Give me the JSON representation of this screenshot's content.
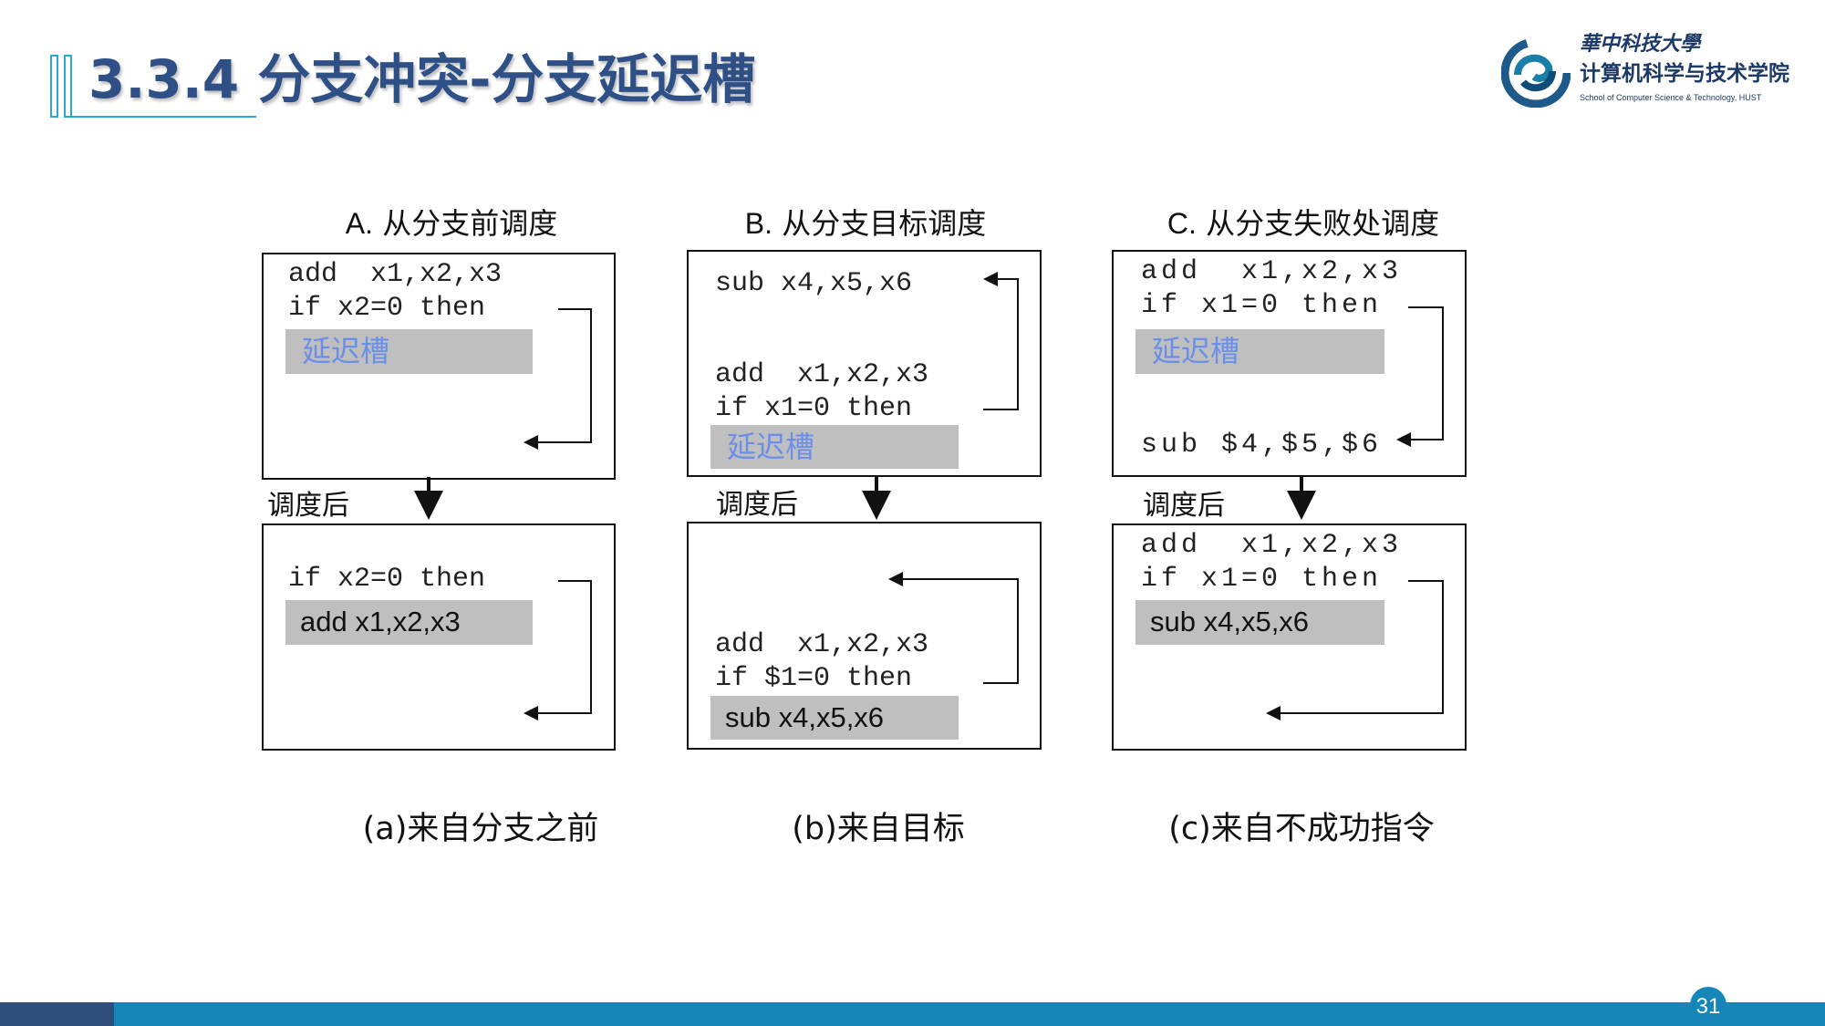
{
  "slide": {
    "title": "3.3.4 分支冲突-分支延迟槽",
    "page_number": "31",
    "logo": {
      "university_cn": "華中科技大學",
      "school_cn": "计算机科学与技术学院",
      "school_en": "School of Computer Science & Technology, HUST"
    }
  },
  "panels": [
    {
      "heading_letter": "A.",
      "heading": "从分支前调度",
      "before": {
        "line1": "add  x1,x2,x3",
        "line2": "if x2=0 then",
        "slot": "延迟槽"
      },
      "after_label": "调度后",
      "after": {
        "line1": "if x2=0 then",
        "slot": "add  x1,x2,x3"
      },
      "caption": "(a)来自分支之前"
    },
    {
      "heading_letter": "B.",
      "heading": "从分支目标调度",
      "before": {
        "line0": "sub x4,x5,x6",
        "line1": "add  x1,x2,x3",
        "line2": "if x1=0 then",
        "slot": "延迟槽"
      },
      "after_label": "调度后",
      "after": {
        "line1": "add  x1,x2,x3",
        "line2": "if $1=0 then",
        "slot": "sub x4,x5,x6"
      },
      "caption": "(b)来自目标"
    },
    {
      "heading_letter": "C.",
      "heading": "从分支失败处调度",
      "before": {
        "line1": "add  x1,x2,x3",
        "line2": "if x1=0 then",
        "slot": "延迟槽",
        "line3": "sub $4,$5,$6"
      },
      "after_label": "调度后",
      "after": {
        "line1": "add  x1,x2,x3",
        "line2": "if x1=0 then",
        "slot": "sub x4,x5,x6"
      },
      "caption": "(c)来自不成功指令"
    }
  ],
  "colors": {
    "title": "#2f5086",
    "accent": "#29a8d8",
    "footer": "#1487b8",
    "footer_dark": "#2f4d7a",
    "slot_text": "#6b8ee8",
    "slot_bg": "#bfbfbf"
  }
}
